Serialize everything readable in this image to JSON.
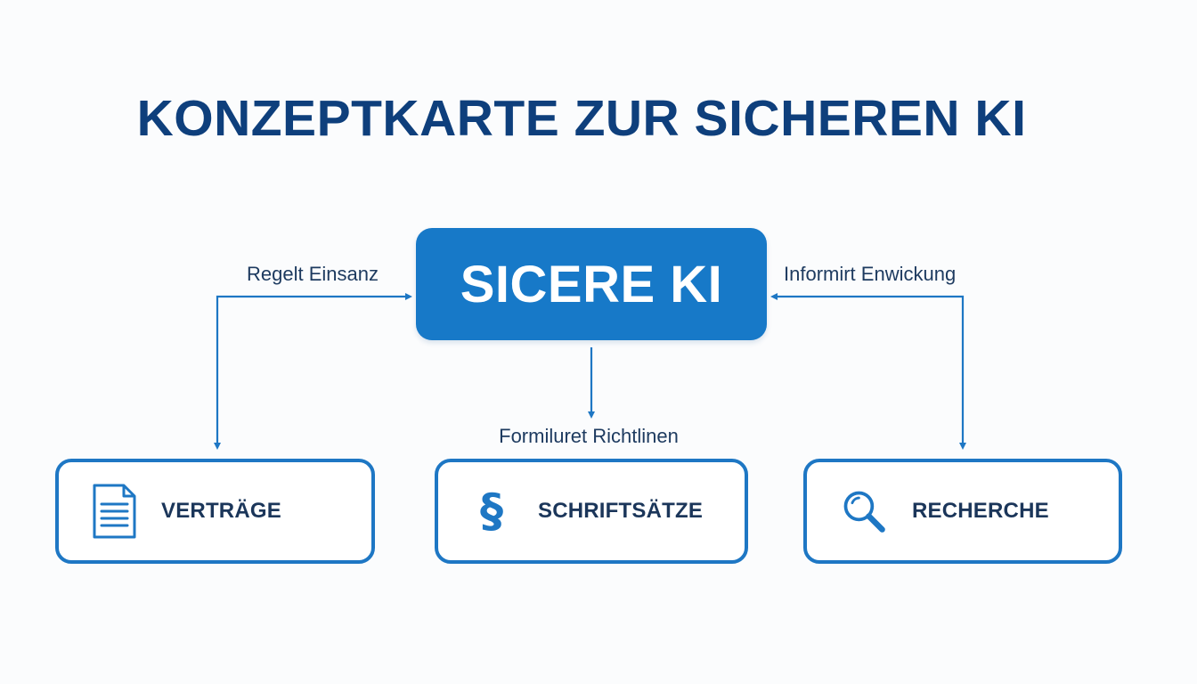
{
  "title": "KONZEPTKARTE ZUR SICHEREN KI",
  "central_node": {
    "label": "SICERE KI"
  },
  "edges": {
    "left": "Regelt Einsanz",
    "center": "Formiluret Richtlinen",
    "right": "Informirt Enwickung"
  },
  "nodes": [
    {
      "label": "VERTRÄGE",
      "icon": "document-icon"
    },
    {
      "label": "SCHRIFTSÄTZE",
      "icon": "section-sign-icon",
      "glyph": "§"
    },
    {
      "label": "RECHERCHE",
      "icon": "magnifier-icon"
    }
  ],
  "colors": {
    "title": "#0e3f7c",
    "central_fill": "#1779c8",
    "accent": "#1e77c4",
    "text_dark": "#1b365a",
    "background": "#fbfcfd"
  }
}
